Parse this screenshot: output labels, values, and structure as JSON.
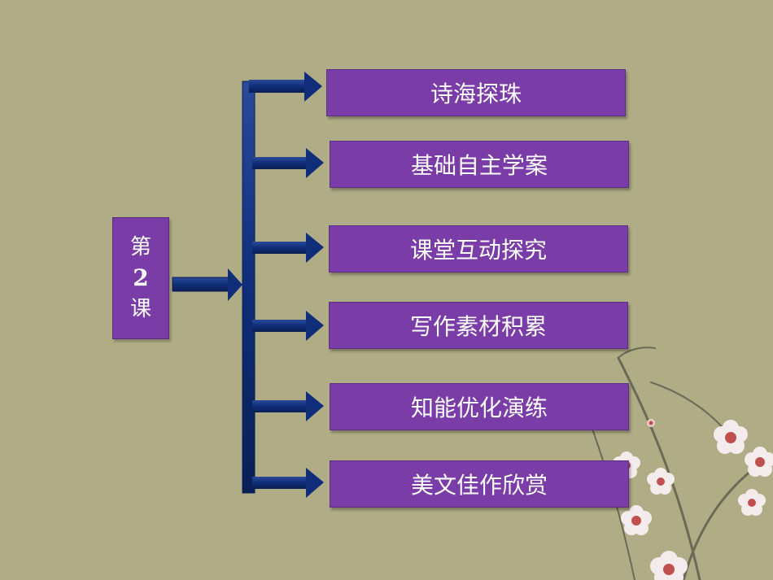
{
  "lesson": {
    "line1": "第",
    "line2": "2",
    "line3": "课"
  },
  "items": [
    {
      "label": "诗海探珠"
    },
    {
      "label": "基础自主学案"
    },
    {
      "label": "课堂互动探究"
    },
    {
      "label": "写作素材积累"
    },
    {
      "label": "知能优化演练"
    },
    {
      "label": "美文佳作欣赏"
    }
  ],
  "colors": {
    "background": "#b0ad86",
    "box_fill": "#7a3ca6",
    "connector": "#0f2d78",
    "text": "#ffffff"
  }
}
